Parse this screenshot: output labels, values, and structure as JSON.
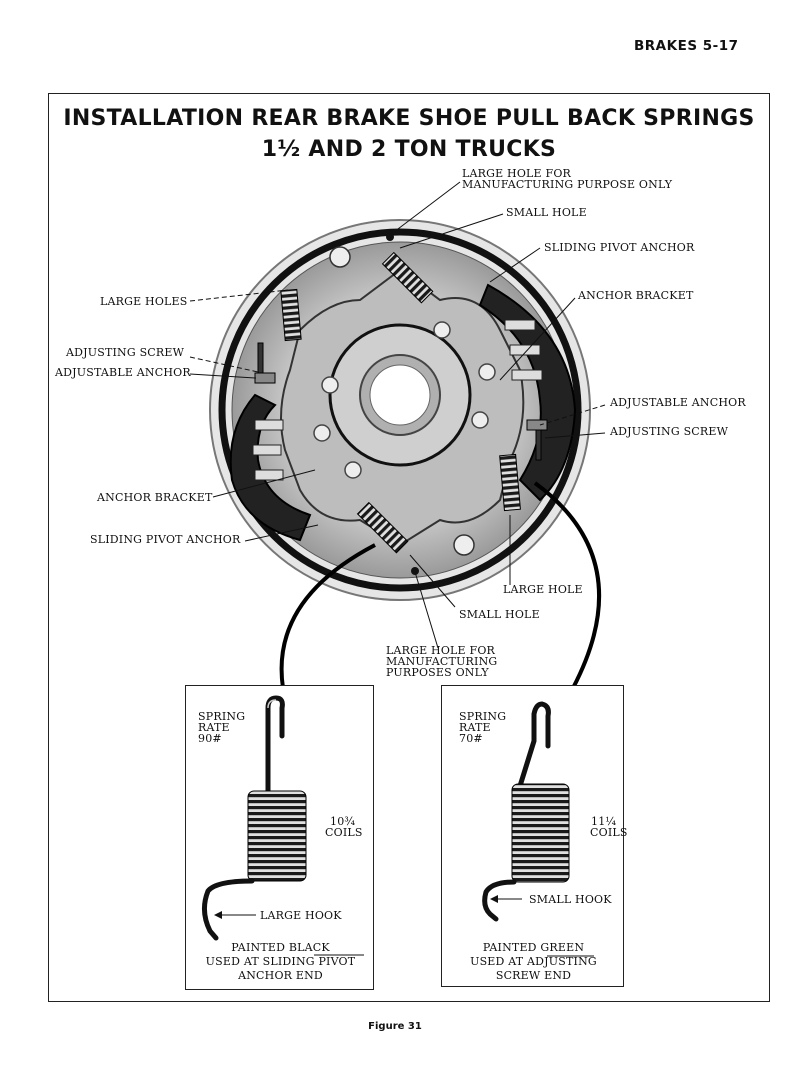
{
  "page": {
    "running_head": "BRAKES 5-17",
    "caption": "Figure 31"
  },
  "figure": {
    "title_line1": "INSTALLATION REAR BRAKE SHOE PULL BACK SPRINGS",
    "title_line2": "1½ AND 2 TON TRUCKS",
    "callouts": {
      "large_hole_mfg_top_1": "LARGE HOLE FOR",
      "large_hole_mfg_top_2": "MANUFACTURING PURPOSE ONLY",
      "small_hole_top": "SMALL HOLE",
      "sliding_pivot_anchor_right": "SLIDING PIVOT ANCHOR",
      "anchor_bracket_right": "ANCHOR BRACKET",
      "large_holes_left": "LARGE HOLES",
      "adjusting_screw_left": "ADJUSTING SCREW",
      "adjustable_anchor_left": "ADJUSTABLE ANCHOR",
      "adjustable_anchor_right": "ADJUSTABLE ANCHOR",
      "adjusting_screw_right": "ADJUSTING SCREW",
      "anchor_bracket_left": "ANCHOR BRACKET",
      "sliding_pivot_anchor_left": "SLIDING PIVOT ANCHOR",
      "large_hole_bottom": "LARGE HOLE",
      "small_hole_bottom": "SMALL HOLE",
      "large_hole_mfg_bottom_1": "LARGE HOLE FOR",
      "large_hole_mfg_bottom_2": "MANUFACTURING",
      "large_hole_mfg_bottom_3": "PURPOSES ONLY"
    },
    "springs": [
      {
        "rate_label_1": "SPRING",
        "rate_label_2": "RATE",
        "rate_value": "90#",
        "coils_value": "10¾",
        "coils_label": "COILS",
        "hook_label": "LARGE HOOK",
        "note_prefix": "PAINTED ",
        "color_name": "BLACK",
        "usage_line1": "USED AT SLIDING PIVOT",
        "usage_line2": "ANCHOR END"
      },
      {
        "rate_label_1": "SPRING",
        "rate_label_2": "RATE",
        "rate_value": "70#",
        "coils_value": "11¼",
        "coils_label": "COILS",
        "hook_label": "SMALL HOOK",
        "note_prefix": "PAINTED ",
        "color_name": "GREEN",
        "usage_line1": "USED AT ADJUSTING",
        "usage_line2": "SCREW END"
      }
    ]
  }
}
